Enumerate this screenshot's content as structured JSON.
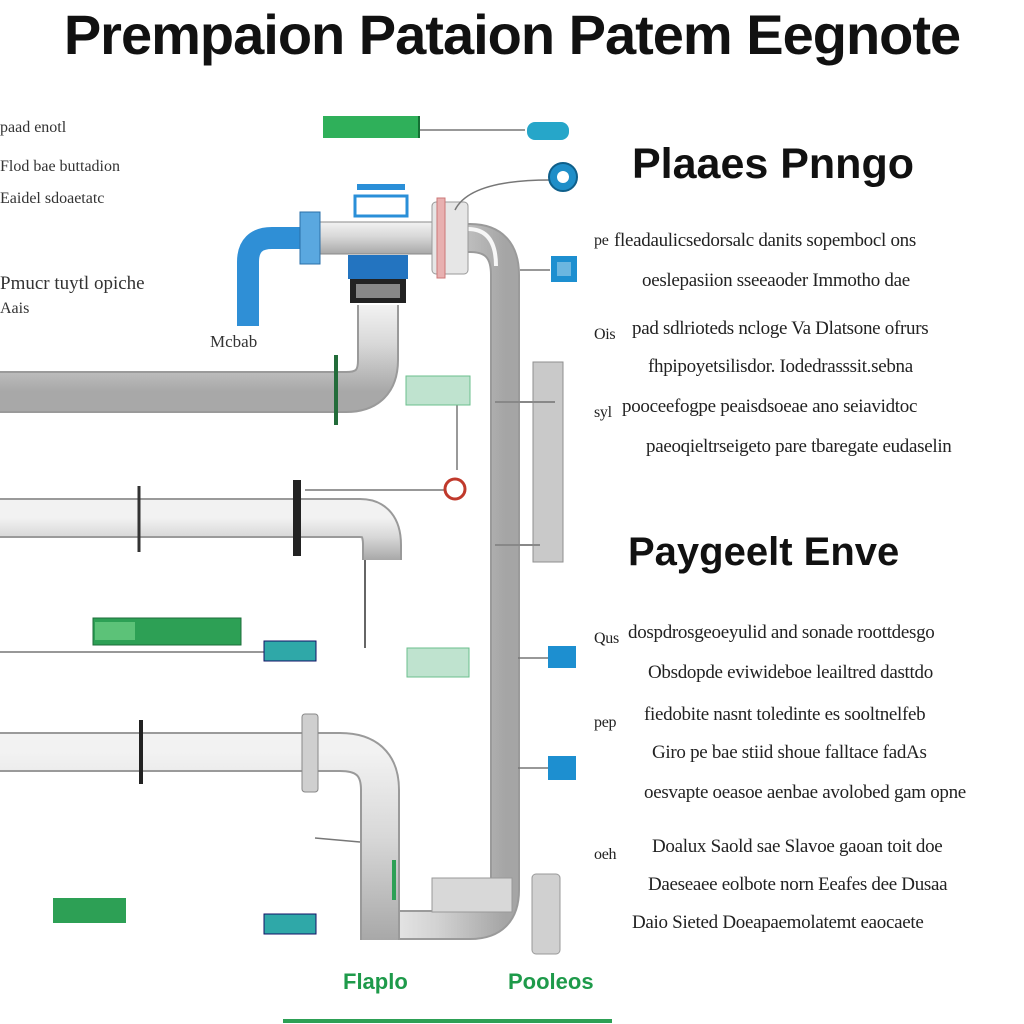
{
  "title": "Prempaion Pataion Patem Eegnote",
  "left_labels": [
    "paad enotl",
    "Flod bae buttadion",
    "Eaidel sdoaetatc",
    "Pmucr tuytl opiche",
    "Aais"
  ],
  "diagram_labels": {
    "inlet_label": "Mcbab",
    "footer_left": "Flaplo",
    "footer_right": "Pooleos"
  },
  "section_1": {
    "title": "Plaaes Pnngo",
    "lines": [
      {
        "bullet": "pe",
        "text": "fleadaulicsedorsalc danits sopembocl ons"
      },
      {
        "bullet": "",
        "text": "oeslepasiion sseeaoder Immotho dae"
      },
      {
        "bullet": "Ois",
        "text": "pad sdlrioteds ncloge Va Dlatsone ofrurs"
      },
      {
        "bullet": "",
        "text": "fhpipoyetsilisdor. Iodedrasssit.sebna"
      },
      {
        "bullet": "syl",
        "text": "pooceefogpe peaisdsoeae ano seiavidtoc"
      },
      {
        "bullet": "",
        "text": "paeoqieltrseigeto pare tbaregate eudaselin"
      }
    ]
  },
  "section_2": {
    "title": "Paygeelt Enve",
    "lines": [
      {
        "bullet": "Qus",
        "text": "dospdrosgeoeyulid and sonade roottdesgo"
      },
      {
        "bullet": "",
        "text": "Obsdopde eviwideboe leailtred dasttdo"
      },
      {
        "bullet": "pep",
        "text": "fiedobite nasnt toledinte es sooltnelfeb"
      },
      {
        "bullet": "",
        "text": "Giro pe bae stiid shoue falltace fadAs"
      },
      {
        "bullet": "",
        "text": "oesvapte oeasoe aenbae avolobed gam opne"
      },
      {
        "bullet": "oeh",
        "text": "Doalux Saold sae Slavoe gaoan toit doe"
      },
      {
        "bullet": "",
        "text": "Daeseaee eolbote norn Eeafes dee Dusaa"
      },
      {
        "bullet": "",
        "text": "Daio Sieted Doeapaemolatemt eaocaete"
      }
    ]
  }
}
